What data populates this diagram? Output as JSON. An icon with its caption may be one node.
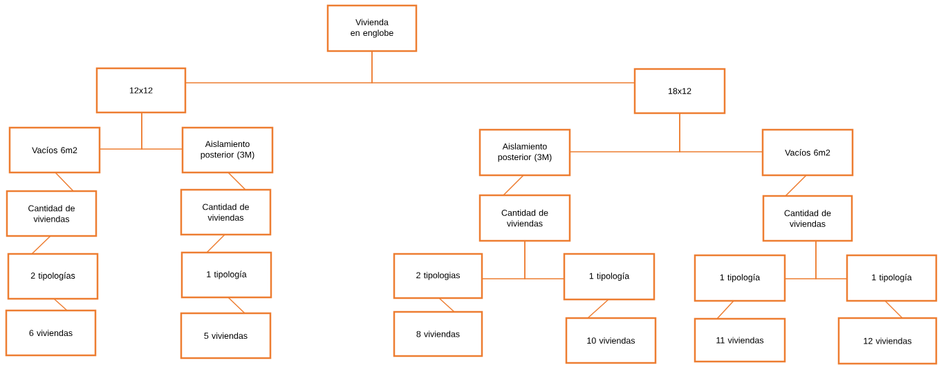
{
  "diagram": {
    "nodes": [
      {
        "text": [
          "Vivienda en englobe"
        ]
      },
      {
        "text": [
          "12x12"
        ]
      },
      {
        "text": [
          "18x12"
        ]
      },
      {
        "text": [
          "Vacíos 6m2"
        ]
      },
      {
        "text": [
          "Aislamiento posterior (3M)"
        ]
      },
      {
        "text": [
          "Cantidad de viviendas"
        ]
      },
      {
        "text": [
          "Cantidad de viviendas"
        ]
      },
      {
        "text": [
          "2 tipologías"
        ]
      },
      {
        "text": [
          "1 tipología"
        ]
      },
      {
        "text": [
          "6 viviendas"
        ]
      },
      {
        "text": [
          "5 viviendas"
        ]
      },
      {
        "text": [
          "Aislamiento posterior (3M)"
        ]
      },
      {
        "text": [
          "Vacíos 6m2"
        ]
      },
      {
        "text": [
          "Cantidad de viviendas"
        ]
      },
      {
        "text": [
          "Cantidad de viviendas"
        ]
      },
      {
        "text": [
          "2 tipologias"
        ]
      },
      {
        "text": [
          "1 tipología"
        ]
      },
      {
        "text": [
          "1 tipología"
        ]
      },
      {
        "text": [
          "1 tipología"
        ]
      },
      {
        "text": [
          "8 viviendas"
        ]
      },
      {
        "text": [
          "10 viviendas"
        ]
      },
      {
        "text": [
          "11 viviendas"
        ]
      },
      {
        "text": [
          "12 viviendas"
        ]
      }
    ],
    "edges": [
      {
        "from": 0,
        "to": 1,
        "arrow": "none"
      },
      {
        "from": 0,
        "to": 2,
        "arrow": "none"
      },
      {
        "from": 1,
        "to": 3,
        "arrow": "none"
      },
      {
        "from": 1,
        "to": 4,
        "arrow": "none"
      },
      {
        "from": 3,
        "to": 5,
        "arrow": "none"
      },
      {
        "from": 5,
        "to": 7,
        "arrow": "none"
      },
      {
        "from": 7,
        "to": 9,
        "arrow": "none"
      },
      {
        "from": 4,
        "to": 6,
        "arrow": "none"
      },
      {
        "from": 6,
        "to": 8,
        "arrow": "none"
      },
      {
        "from": 8,
        "to": 10,
        "arrow": "none"
      },
      {
        "from": 2,
        "to": 11,
        "arrow": "none"
      },
      {
        "from": 2,
        "to": 12,
        "arrow": "none"
      },
      {
        "from": 11,
        "to": 13,
        "arrow": "none"
      },
      {
        "from": 13,
        "to": 15,
        "arrow": "none"
      },
      {
        "from": 13,
        "to": 16,
        "arrow": "none"
      },
      {
        "from": 15,
        "to": 19,
        "arrow": "none"
      },
      {
        "from": 16,
        "to": 20,
        "arrow": "none"
      },
      {
        "from": 12,
        "to": 14,
        "arrow": "none"
      },
      {
        "from": 14,
        "to": 17,
        "arrow": "none"
      },
      {
        "from": 14,
        "to": 18,
        "arrow": "none"
      },
      {
        "from": 17,
        "to": 21,
        "arrow": "none"
      },
      {
        "from": 18,
        "to": 22,
        "arrow": "none"
      }
    ]
  }
}
